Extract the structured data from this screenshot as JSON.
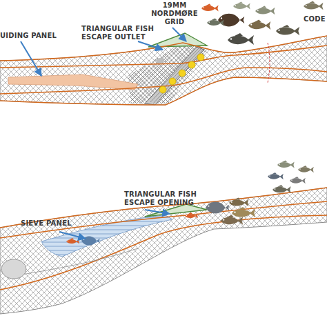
{
  "diagram": {
    "labels": [
      "UIDING PANEL",
      "TRIANGULAR FISH ESCAPE OUTLET",
      "19MM NORDMØRE GRID",
      "CODE",
      "TRIANGULAR FISH ESCAPE OPENING",
      "SIEVE PANEL"
    ]
  }
}
